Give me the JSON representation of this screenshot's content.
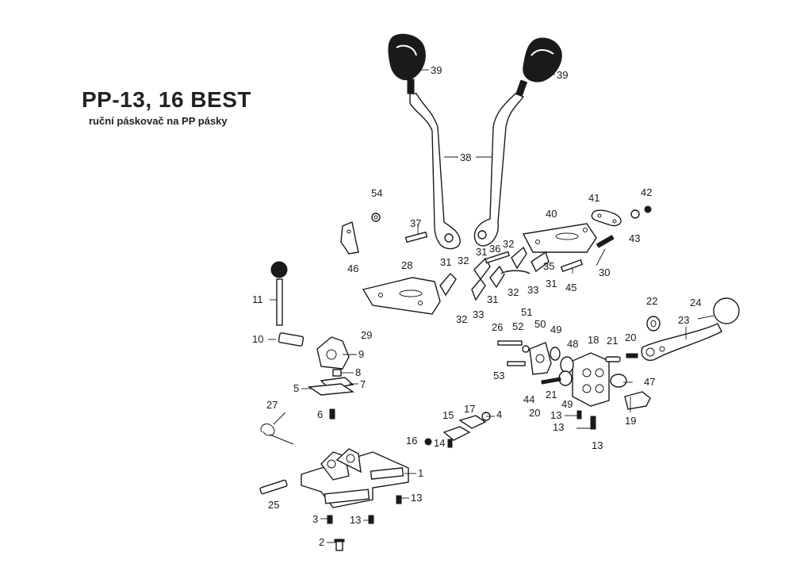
{
  "title": "PP-13, 16 BEST",
  "subtitle": "ruční páskovač na PP pásky",
  "callouts": {
    "p1": "1",
    "p2": "2",
    "p3": "3",
    "p4": "4",
    "p5": "5",
    "p6": "6",
    "p7": "7",
    "p8": "8",
    "p9": "9",
    "p10": "10",
    "p11": "11",
    "p13a": "13",
    "p13b": "13",
    "p13c": "13",
    "p13d": "13",
    "p13e": "13",
    "p14": "14",
    "p15": "15",
    "p16": "16",
    "p17": "17",
    "p18": "18",
    "p19": "19",
    "p20a": "20",
    "p20b": "20",
    "p21a": "21",
    "p21b": "21",
    "p22": "22",
    "p23": "23",
    "p24": "24",
    "p25": "25",
    "p26": "26",
    "p27": "27",
    "p28": "28",
    "p29": "29",
    "p30": "30",
    "p31a": "31",
    "p31b": "31",
    "p31c": "31",
    "p31d": "31",
    "p32a": "32",
    "p32b": "32",
    "p32c": "32",
    "p32d": "32",
    "p33a": "33",
    "p33b": "33",
    "p35": "35",
    "p36": "36",
    "p37": "37",
    "p38": "38",
    "p39a": "39",
    "p39b": "39",
    "p40": "40",
    "p41": "41",
    "p42": "42",
    "p43": "43",
    "p44": "44",
    "p45": "45",
    "p46": "46",
    "p47": "47",
    "p48": "48",
    "p49a": "49",
    "p49b": "49",
    "p50": "50",
    "p51": "51",
    "p52": "52",
    "p53": "53",
    "p54": "54"
  }
}
